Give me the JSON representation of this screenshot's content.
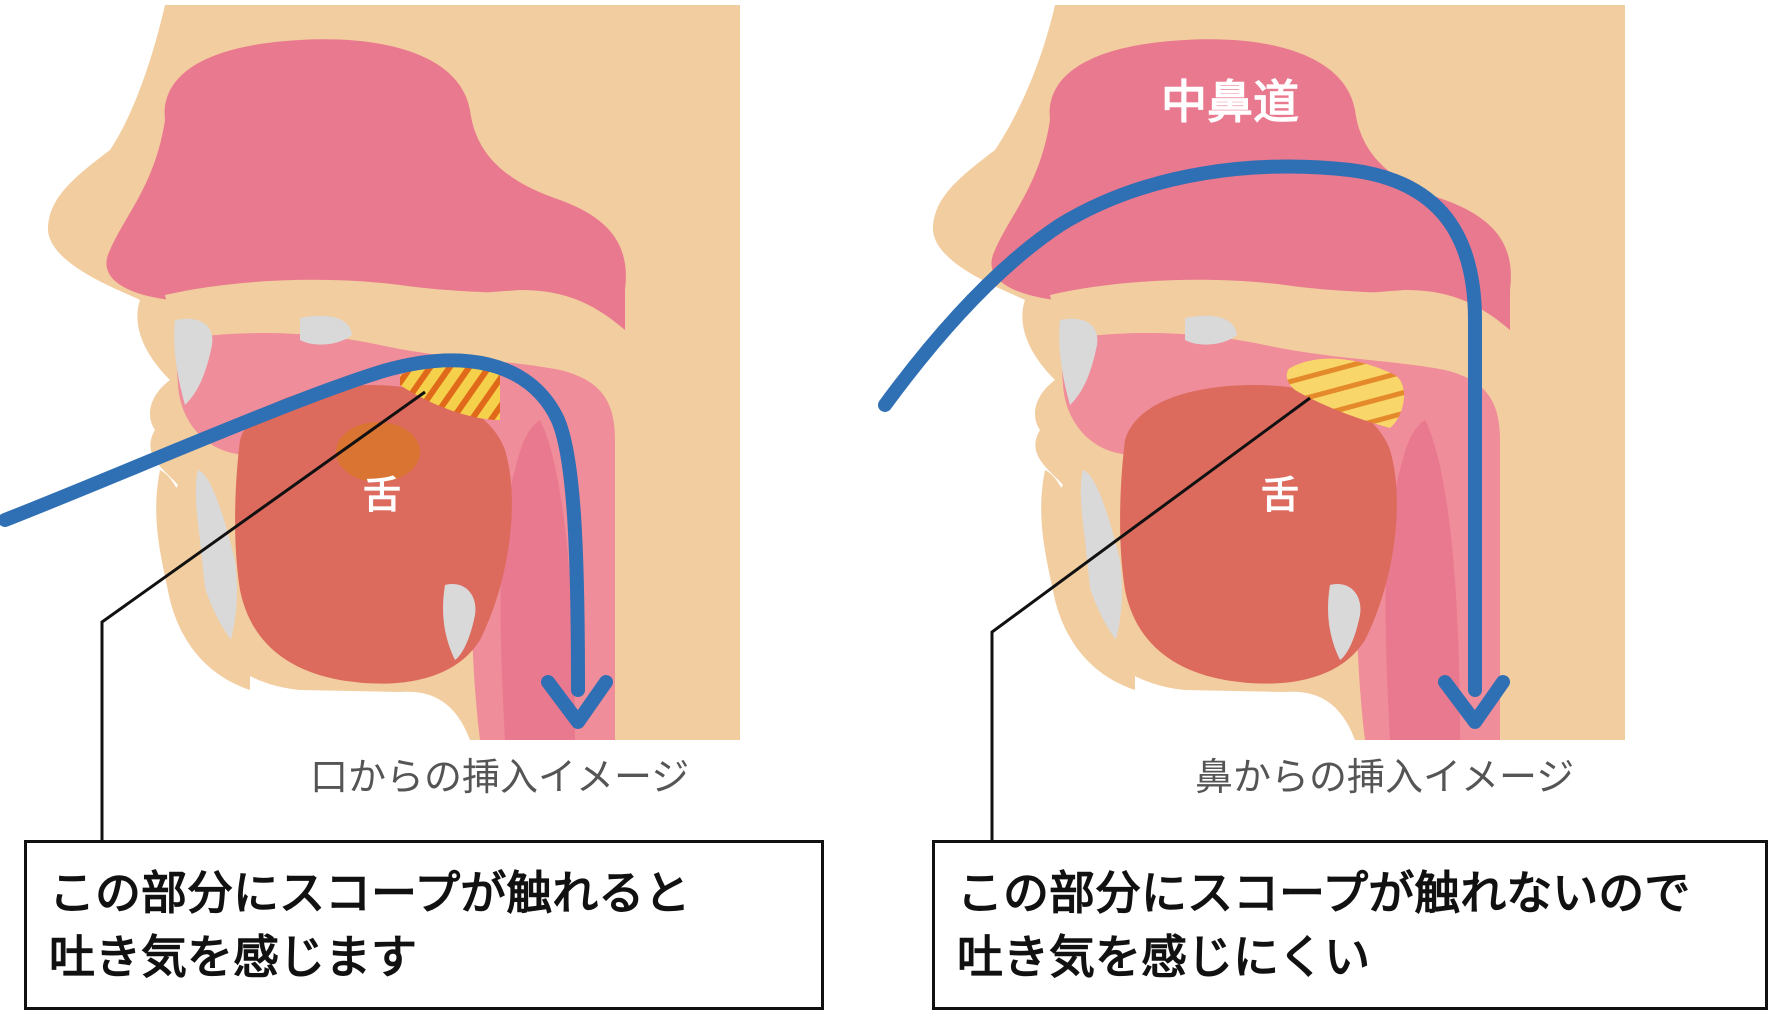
{
  "panels": [
    {
      "nasal_label": "",
      "tongue_label": "舌",
      "caption": "口からの挿入イメージ",
      "note_lines": [
        "この部分にスコープが触れると",
        "吐き気を感じます"
      ]
    },
    {
      "nasal_label": "中鼻道",
      "tongue_label": "舌",
      "caption": "鼻からの挿入イメージ",
      "note_lines": [
        "この部分にスコープが触れないので",
        "吐き気を感じにくい"
      ]
    }
  ],
  "colors": {
    "skin": "#f2cd9f",
    "cavity": "#e9798f",
    "mouth": "#f08d9a",
    "tongue": "#dc6b5e",
    "teeth": "#d9d9d9",
    "scope": "#2f6fb4",
    "hatch": "#f5d04a",
    "hatch_stripe": "#e06a1a"
  }
}
